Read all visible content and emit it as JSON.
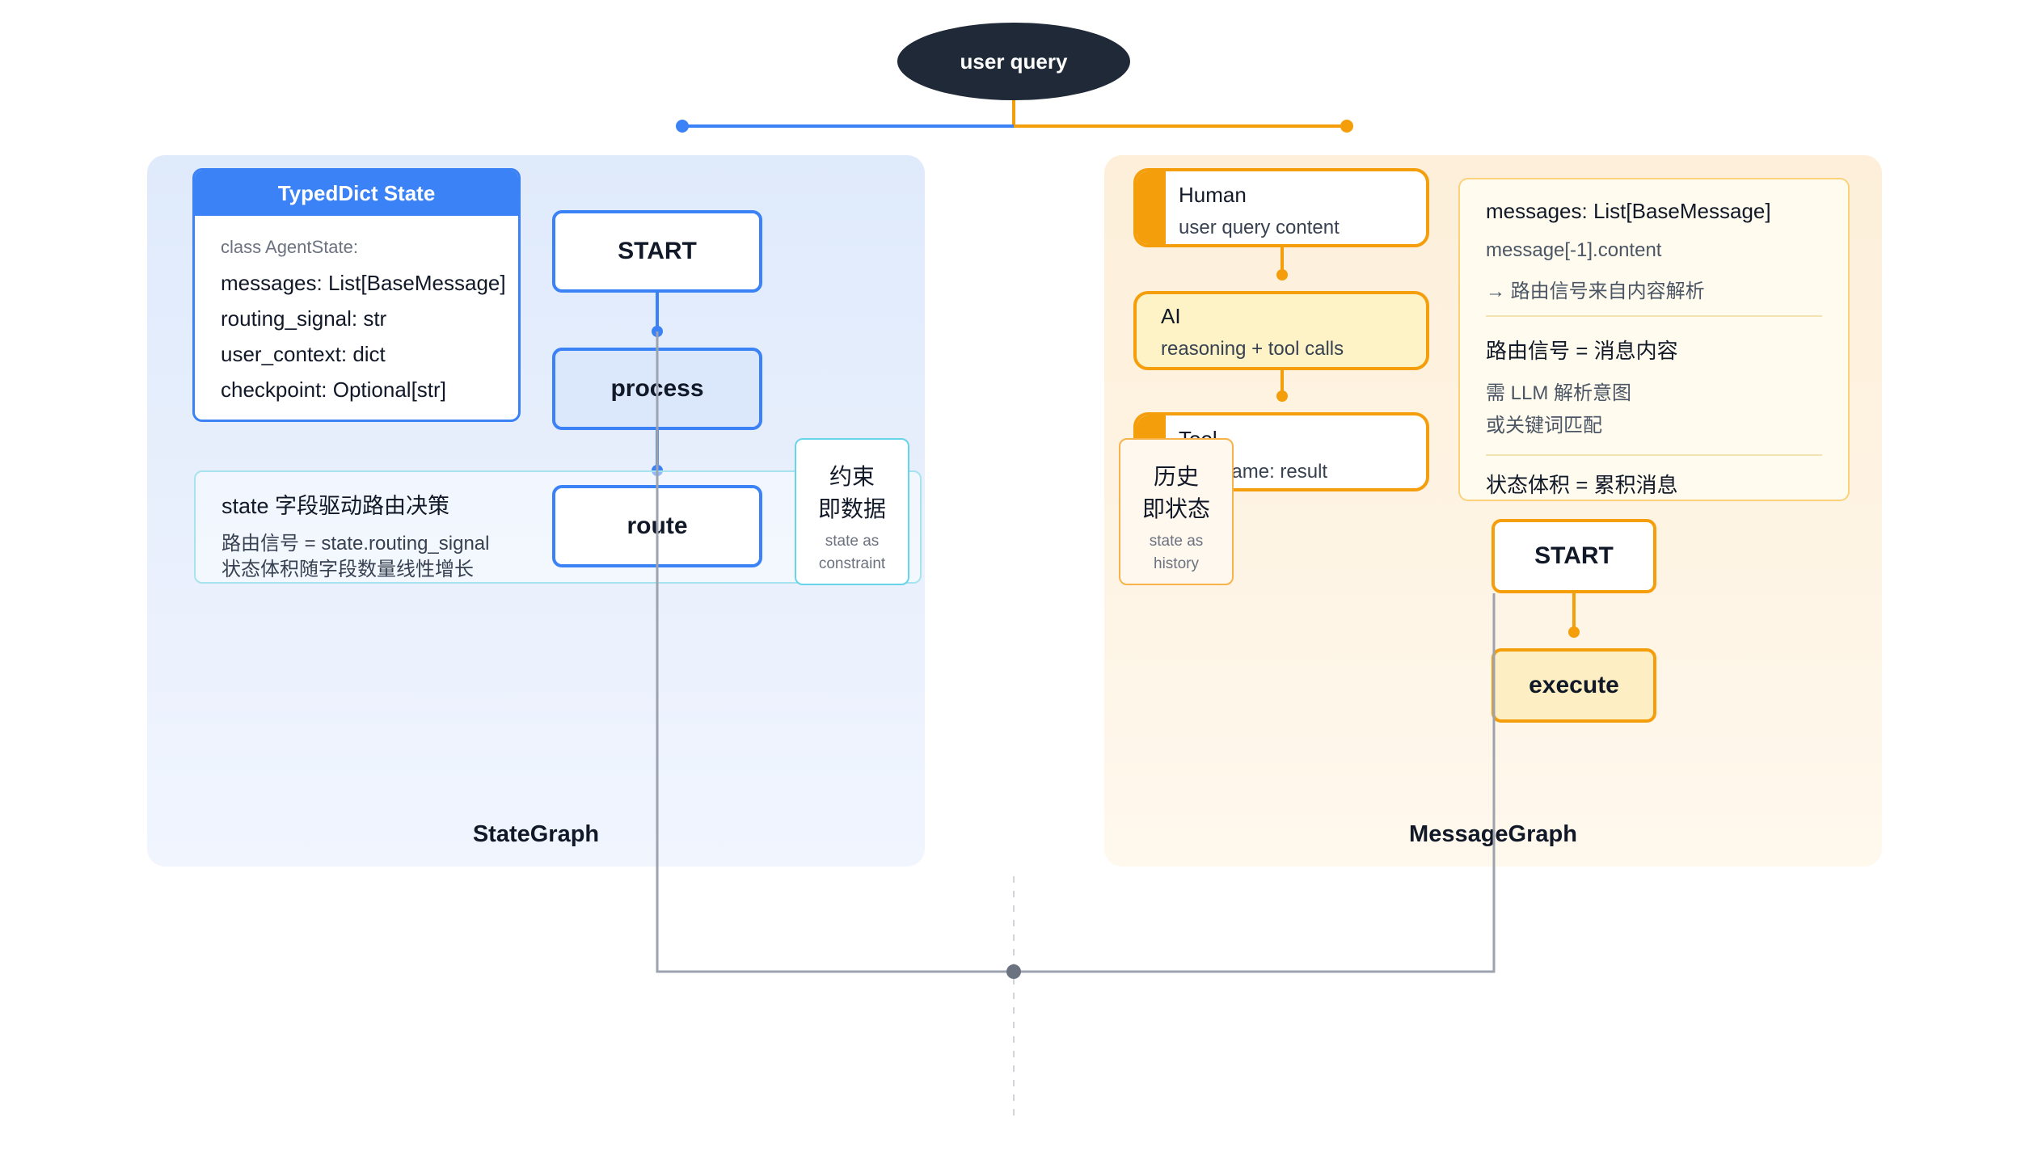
{
  "root": {
    "label": "user query"
  },
  "state_graph": {
    "title": "StateGraph",
    "typed_dict": {
      "header": "TypedDict State",
      "class_line": "class AgentState:",
      "fields": [
        "messages: List[BaseMessage]",
        "routing_signal: str",
        "user_context: dict",
        "checkpoint: Optional[str]"
      ]
    },
    "nodes": {
      "start": "START",
      "process": "process",
      "route": "route"
    },
    "info": {
      "title": "state 字段驱动路由决策",
      "line1": "路由信号 = state.routing_signal",
      "line2": "状态体积随字段数量线性增长"
    },
    "constraint": {
      "line1": "约束",
      "line2": "即数据",
      "sub1": "state as",
      "sub2": "constraint"
    }
  },
  "message_graph": {
    "title": "MessageGraph",
    "messages": [
      {
        "role": "Human",
        "content": "user query content"
      },
      {
        "role": "AI",
        "content": "reasoning + tool calls"
      },
      {
        "role": "Tool",
        "content": "tool_name: result"
      }
    ],
    "history": {
      "line1": "历史",
      "line2": "即状态",
      "sub1": "state as",
      "sub2": "history"
    },
    "note": {
      "line1": "messages: List[BaseMessage]",
      "line2": "message[-1].content",
      "line3": "→ 路由信号来自内容解析",
      "line4": "路由信号 = 消息内容",
      "line5": "需 LLM 解析意图",
      "line6": "或关键词匹配",
      "line7": "状态体积 = 累积消息"
    },
    "nodes": {
      "start": "START",
      "execute": "execute"
    }
  },
  "colors": {
    "state_accent": "#3b82f6",
    "message_accent": "#f59e0b",
    "merge": "#9ca3af",
    "root": "#1f2937"
  }
}
